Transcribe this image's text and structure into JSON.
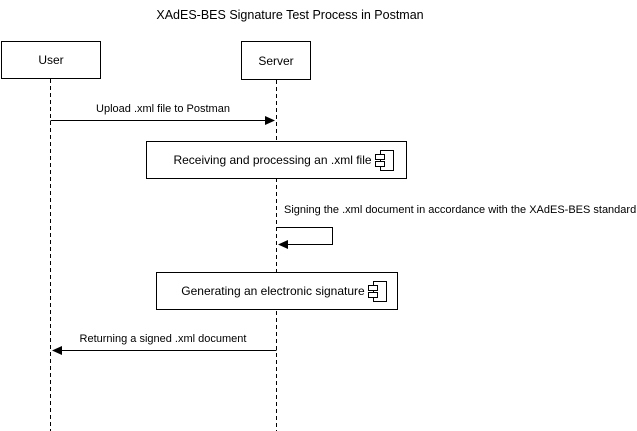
{
  "diagram": {
    "title": "XAdES-BES Signature Test Process in Postman",
    "actors": {
      "user": "User",
      "server": "Server"
    },
    "messages": {
      "upload": "Upload .xml file to Postman",
      "signing": "Signing the .xml document in accordance with the XAdES-BES standard",
      "return": "Returning a signed .xml document"
    },
    "activities": {
      "receiving": "Receiving and processing an .xml file",
      "generating": "Generating an electronic signature"
    },
    "icons": {
      "receiving": "component-icon",
      "generating": "component-icon"
    },
    "colors": {
      "stroke": "#000000",
      "fill": "#ffffff",
      "text": "#000000",
      "background": "#ffffff"
    }
  }
}
